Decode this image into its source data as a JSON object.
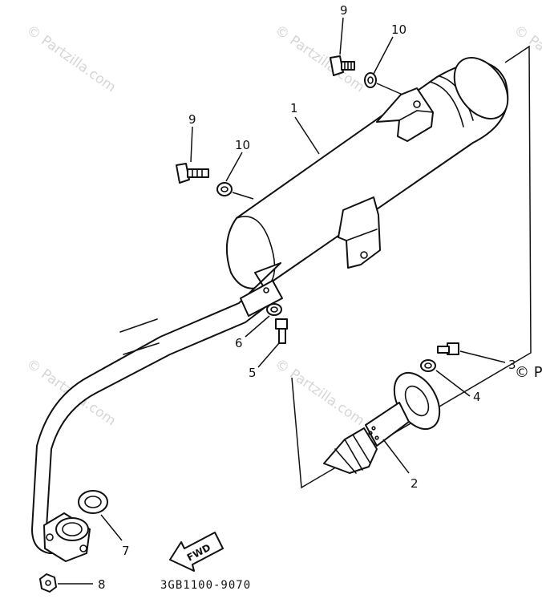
{
  "watermark": {
    "text": "© Partzilla.com",
    "edge_text": "© P"
  },
  "callouts": {
    "muffler": "1",
    "baffle": "2",
    "baffle_bolt": "3",
    "baffle_washer": "4",
    "bracket_bolt": "5",
    "bracket_washer": "6",
    "port_gasket": "7",
    "flange_nut": "8",
    "mount_bolt_top": "9",
    "mount_washer_top": "10",
    "mount_bolt_mid": "9",
    "mount_washer_mid": "10"
  },
  "fwd_label": "FWD",
  "diagram_code": "3GB1100-9070"
}
